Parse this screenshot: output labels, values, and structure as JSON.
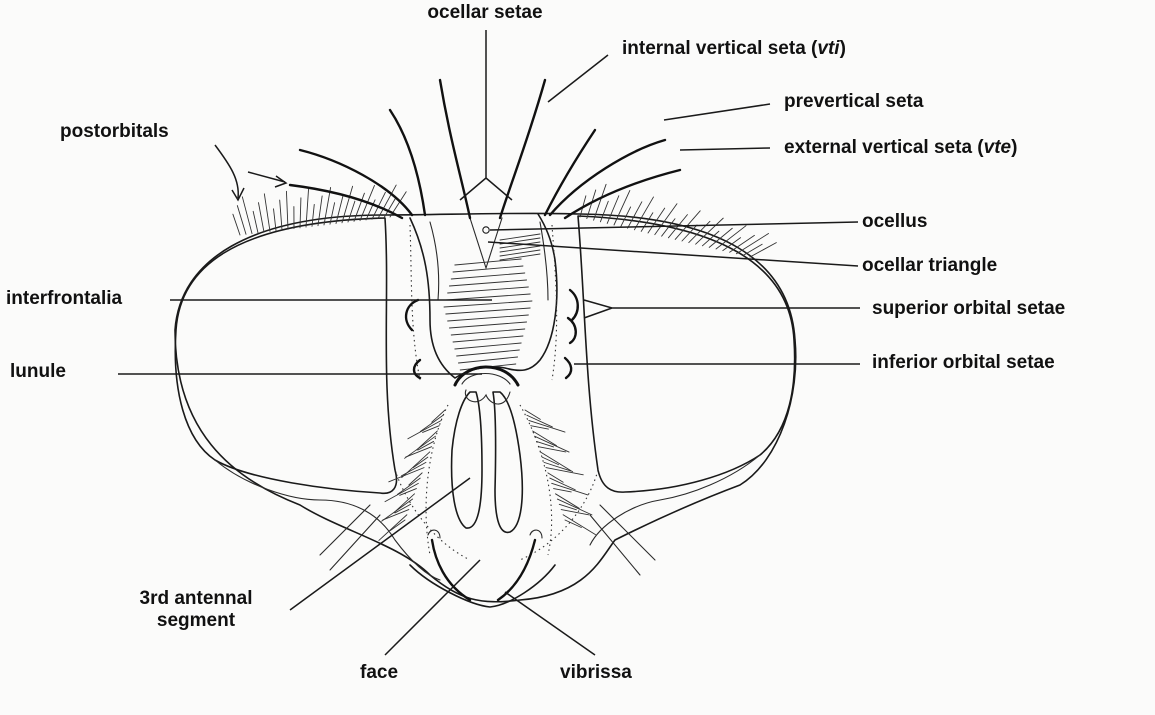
{
  "labels": {
    "ocellar_setae": "ocellar setae",
    "internal_vertical_prefix": "internal vertical seta (",
    "internal_vertical_abbr": "vti",
    "internal_vertical_suffix": ")",
    "prevertical": "prevertical seta",
    "external_vertical_prefix": "external vertical seta (",
    "external_vertical_abbr": "vte",
    "external_vertical_suffix": ")",
    "postorbitals": "postorbitals",
    "ocellus": "ocellus",
    "ocellar_triangle": "ocellar triangle",
    "interfrontalia": "interfrontalia",
    "superior_orbital": "superior orbital setae",
    "lunule": "lunule",
    "inferior_orbital": "inferior orbital setae",
    "antennal_line1": "3rd antennal",
    "antennal_line2": "segment",
    "face": "face",
    "vibrissa": "vibrissa"
  },
  "colors": {
    "ink": "#1a1a1a",
    "paper": "#fbfbfa"
  }
}
